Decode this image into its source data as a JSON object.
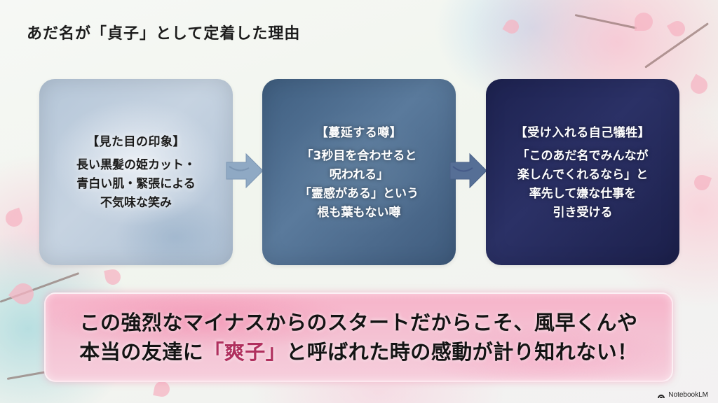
{
  "slide": {
    "title": "あだ名が「貞子」として定着した理由"
  },
  "cards": [
    {
      "heading": "【見た目の印象】",
      "body": "長い黒髪の姫カット・\n青白い肌・緊張による\n不気味な笑み",
      "color": "#b9c9da"
    },
    {
      "heading": "【蔓延する噂】",
      "body": "「3秒目を合わせると\n呪われる」\n「霊感がある」という\n根も葉もない噂",
      "color": "#4b6b8e"
    },
    {
      "heading": "【受け入れる自己犠牲】",
      "body": "「このあだ名でみんなが\n楽しんでくれるなら」と\n率先して嫌な仕事を\n引き受ける",
      "color": "#22275a"
    }
  ],
  "flow_arrows": [
    "arrow-right-icon",
    "arrow-right-icon"
  ],
  "banner": {
    "line1": "この強烈なマイナスからのスタートだからこそ、風早くんや",
    "line2_before": "本当の友達に",
    "line2_highlight": "「爽子」",
    "line2_after": "と呼ばれた時の感動が計り知れない！",
    "highlight_color": "#b0305e",
    "background_color": "#f5bdd0"
  },
  "branding": {
    "logo_label": "NotebookLM"
  }
}
